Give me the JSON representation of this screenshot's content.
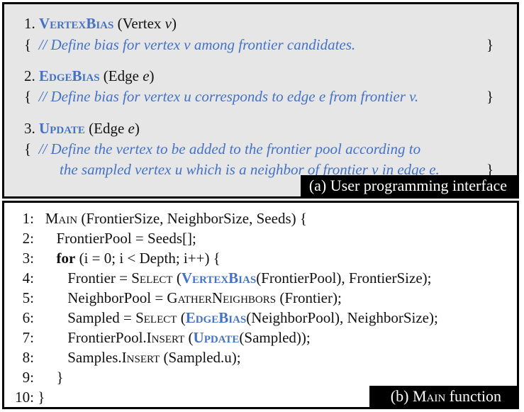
{
  "panel_a": {
    "fn1": {
      "num": "1. ",
      "name": "VertexBias",
      "sig": " (Vertex ",
      "arg": "v",
      "close": ")",
      "open_brace": "{",
      "comment": "// Define bias for vertex v among frontier candidates.",
      "close_brace": "}"
    },
    "fn2": {
      "num": "2. ",
      "name": "EdgeBias",
      "sig": " (Edge ",
      "arg": "e",
      "close": ")",
      "open_brace": "{",
      "comment": "// Define bias for vertex u corresponds to edge e from frontier v.",
      "close_brace": "}"
    },
    "fn3": {
      "num": "3. ",
      "name": "Update",
      "sig": " (Edge ",
      "arg": "e",
      "close": ")",
      "open_brace": "{",
      "comment1": "// Define the vertex to be added to the frontier pool according to",
      "comment2": "the sampled vertex u which is a neighbor of frontier v in edge e.",
      "close_brace": "}"
    },
    "caption": "(a) User programming interface"
  },
  "panel_b": {
    "lines": {
      "l1": {
        "n": "1:",
        "a": "Main",
        "b": " (FrontierSize, NeighborSize, Seeds) {"
      },
      "l2": {
        "n": "2:",
        "a": "FrontierPool = Seeds[];"
      },
      "l3": {
        "n": "3:",
        "a": "for",
        "b": " (i = 0; i < Depth; i++) {"
      },
      "l4": {
        "n": "4:",
        "a": "Frontier = ",
        "b": "Select",
        "c": " (",
        "d": "VertexBias",
        "e": "(FrontierPool), FrontierSize);"
      },
      "l5": {
        "n": "5:",
        "a": "NeighborPool = ",
        "b": "GatherNeighbors",
        "c": " (Frontier);"
      },
      "l6": {
        "n": "6:",
        "a": "Sampled = ",
        "b": "Select",
        "c": " (",
        "d": "EdgeBias",
        "e": "(NeighborPool), NeighborSize);"
      },
      "l7": {
        "n": "7:",
        "a": "FrontierPool.",
        "b": "Insert",
        "c": " (",
        "d": "Update",
        "e": "(Sampled));"
      },
      "l8": {
        "n": "8:",
        "a": "Samples.",
        "b": "Insert",
        "c": " (Sampled.u);"
      },
      "l9": {
        "n": "9:",
        "a": "}"
      },
      "l10": {
        "n": "10:",
        "a": "}"
      }
    },
    "caption_prefix": "(b) ",
    "caption_main": "Main",
    "caption_suffix": " function"
  }
}
